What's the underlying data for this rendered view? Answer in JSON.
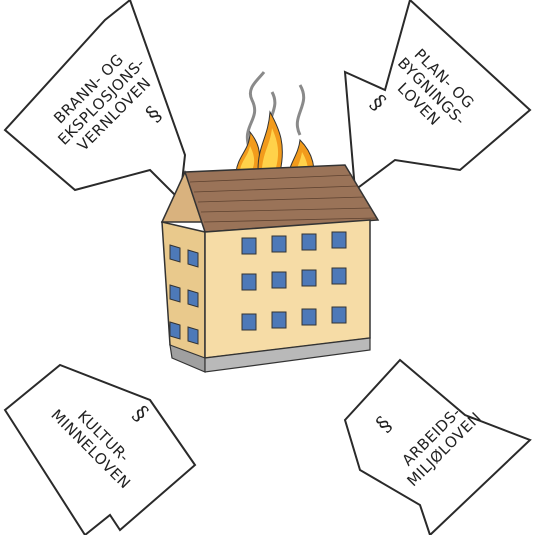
{
  "arrows": {
    "top_left": {
      "lines": [
        "BRANN- OG",
        "EKSPLOSJONS-",
        "VERNLOVEN"
      ],
      "symbol": "§"
    },
    "top_right": {
      "lines": [
        "PLAN- OG",
        "BYGNINGS-",
        "LOVEN"
      ],
      "symbol": "§"
    },
    "bottom_left": {
      "lines": [
        "KULTUR-",
        "MINNELOVEN"
      ],
      "symbol": "§"
    },
    "bottom_right": {
      "lines": [
        "ARBEIDS-",
        "MILJØLOVEN"
      ],
      "symbol": "§"
    }
  },
  "colors": {
    "wall": "#f6dca6",
    "wall_side": "#e9c98c",
    "roof": "#9a7358",
    "window": "#4d79b8",
    "foundation": "#b9b9b9",
    "flame_outer": "#f29b1c",
    "flame_inner": "#ffd24a",
    "smoke": "#8a8a8a"
  }
}
